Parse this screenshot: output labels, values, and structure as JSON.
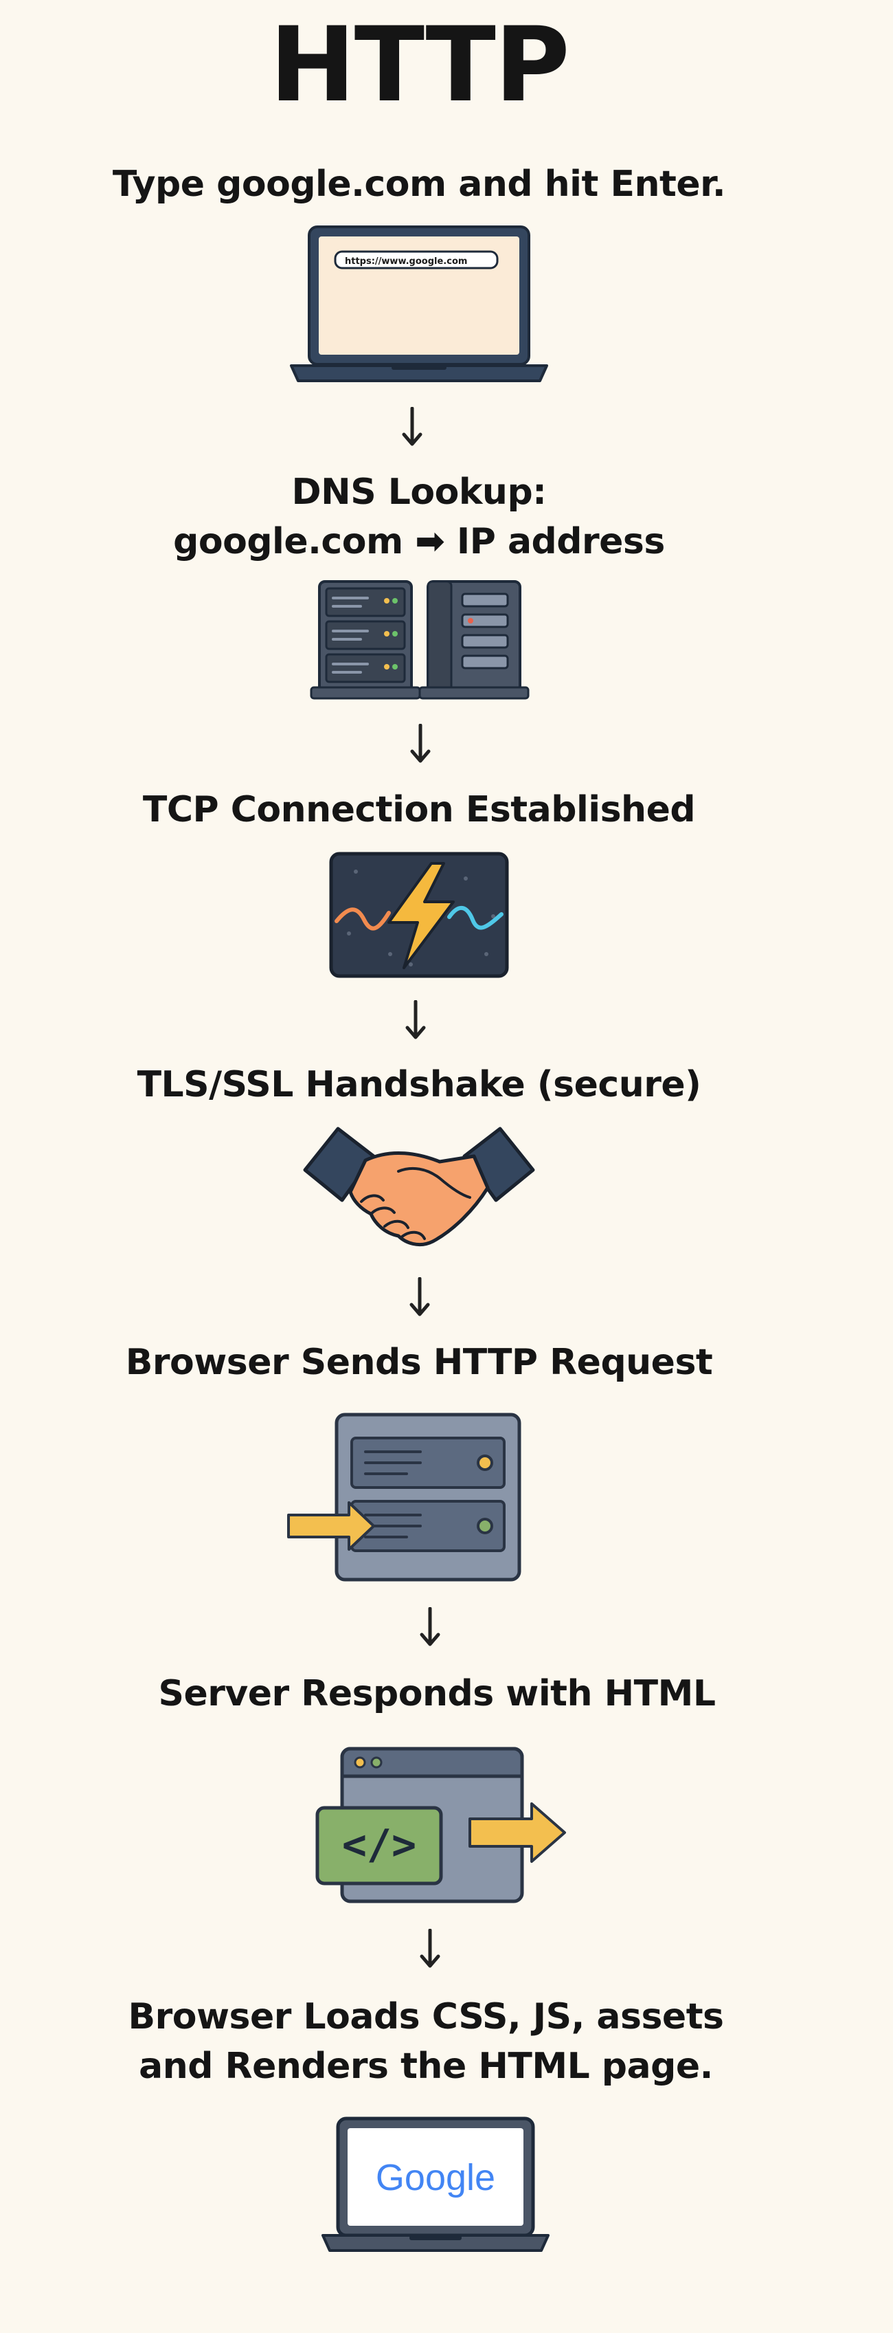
{
  "title": "HTTP",
  "steps": [
    {
      "label": "Type google.com and hit Enter.",
      "url_text": "https://www.google.com",
      "icon": "laptop-browser-icon"
    },
    {
      "label_line1": "DNS Lookup:",
      "label_line2": "google.com ➡ IP address",
      "icon": "dns-server-icon"
    },
    {
      "label": "TCP Connection Established",
      "icon": "lightning-connection-icon"
    },
    {
      "label": "TLS/SSL Handshake (secure)",
      "icon": "handshake-icon"
    },
    {
      "label": "Browser Sends HTTP Request",
      "icon": "server-request-icon"
    },
    {
      "label": "Server Responds with HTML",
      "code_text": "</>",
      "icon": "html-response-icon"
    },
    {
      "label_line1": "Browser Loads CSS, JS, assets",
      "label_line2": "and Renders the HTML page.",
      "brand_text": "Google",
      "icon": "laptop-google-icon"
    }
  ],
  "colors": {
    "background": "#fcf8ef",
    "navy": "#34465e",
    "screen": "#fbebd7",
    "server": "#8a96a9",
    "arrow_yellow": "#f3bf4f",
    "code_green": "#88b06a",
    "skin": "#f6a26d",
    "bolt": "#f5b93e"
  }
}
